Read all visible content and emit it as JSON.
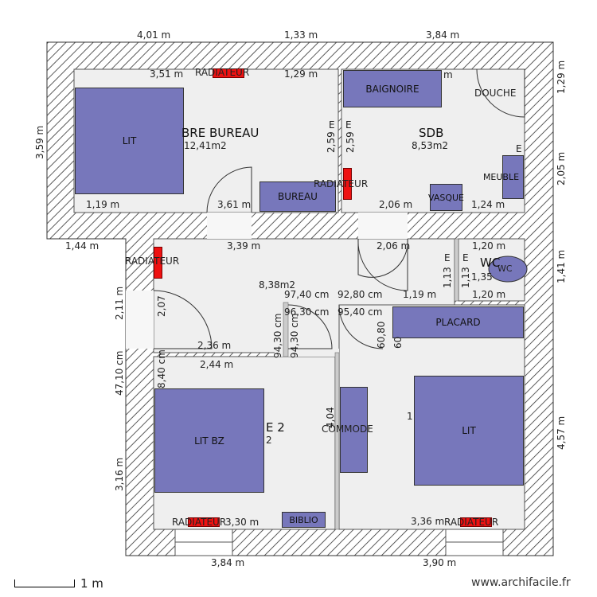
{
  "dimensions_top": [
    "4,01 m",
    "1,33 m",
    "3,84 m"
  ],
  "dimensions_bottom": [
    "3,84 m",
    "3,90 m"
  ],
  "dimensions_left": [
    "3,59 m",
    "1,44 m",
    "2,11 m",
    "47,10 cm",
    "3,16 m"
  ],
  "dimensions_right": [
    "1,29 m",
    "2,05 m",
    "1,41 m",
    "4,57 m"
  ],
  "rooms": {
    "bureau": {
      "name": "BRE BUREAU",
      "area": "12,41m2"
    },
    "sdb": {
      "name": "SDB",
      "area": "8,53m2"
    },
    "hall": {
      "area": "8,38m2"
    },
    "wc": {
      "name": "WC",
      "area": "1,35"
    },
    "chambre2": {
      "name": "E 2",
      "area": "2"
    }
  },
  "furniture": {
    "lit1": "LIT",
    "bureau": "BUREAU",
    "baignoire": "BAIGNOIRE",
    "douche": "DOUCHE",
    "meuble": "MEUBLE",
    "vasque": "VASQUE",
    "wc": "WC",
    "placard": "PLACARD",
    "lit_bz": "LIT BZ",
    "commode": "COMMODE",
    "lit2": "LIT",
    "biblio": "BIBLIO"
  },
  "radiator_label": "RADIATEUR",
  "inner_dimensions": {
    "d351": "3,51 m",
    "d129": "1,29 m",
    "d259a": "2,59",
    "d259b": "2,59",
    "d119": "1,19 m",
    "d361": "3,61 m",
    "d206a": "2,06 m",
    "d124": "1,24 m",
    "d339": "3,39 m",
    "d206b": "2,06 m",
    "d120a": "1,20 m",
    "d120b": "1,20 m",
    "d113a": "1,13",
    "d113b": "1,13",
    "d119b": "1,19 m",
    "d9740": "97,40 cm",
    "d9280": "92,80 cm",
    "d9630": "96,30 cm",
    "d9540": "95,40 cm",
    "d207": "2,07",
    "d9430a": "94,30 cm",
    "d9430b": "94,30 cm",
    "d6080a": "60,80",
    "d60": "60",
    "d236": "2,36 m",
    "d244": "2,44 m",
    "d840": "8,40 cm",
    "d404": "4,04",
    "d330": "3,30 m",
    "d336": "3,36 m",
    "m_top": "m",
    "one": "1",
    "e_sdb1": "E",
    "e_sdb2": "E",
    "e_wc1": "E",
    "e_wc2": "E",
    "e_mid": "E"
  },
  "scale_label": "1 m",
  "watermark": "www.archifacile.fr"
}
